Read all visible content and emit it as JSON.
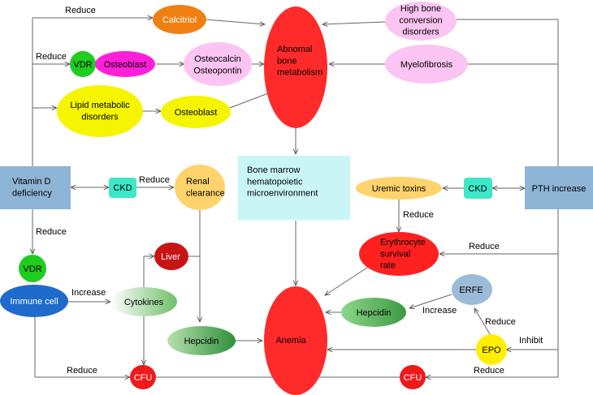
{
  "nodes": {
    "calcitriol": {
      "label": "Calcitriol",
      "fill": "#f07f12",
      "text": "#ffffff"
    },
    "high_bone": {
      "label": "High bone|conversion|disorders",
      "fill": "#fbc4f3",
      "text": "#000000"
    },
    "abnormal": {
      "label": "Abnomal|bone|metabolism",
      "fill": "#ff2a2a",
      "text": "#000000"
    },
    "vdr_top": {
      "label": "VDR",
      "fill": "#1fcc1f",
      "text": "#000000"
    },
    "osteoblast_top": {
      "label": "Osteoblast",
      "fill": "#ff1fd8",
      "text": "#000000"
    },
    "osteocalcin": {
      "label": "Osteocalcin|Osteopontin",
      "fill": "#fbc4f3",
      "text": "#000000"
    },
    "myelofibrosis": {
      "label": "Myelofibrosis",
      "fill": "#fbc4f3",
      "text": "#000000"
    },
    "lipid": {
      "label": "Lipid metabolic|disorders",
      "fill": "#f5f500",
      "text": "#000000"
    },
    "osteoblast_mid": {
      "label": "Osteoblast",
      "fill": "#f5f500",
      "text": "#000000"
    },
    "vitamin_d": {
      "label": "Vitamin D|deficiency",
      "fill": "#8eb4d6",
      "text": "#000000"
    },
    "ckd_left": {
      "label": "CKD",
      "fill": "#3de8c8",
      "text": "#000000"
    },
    "renal": {
      "label": "Renal|clearance",
      "fill": "#ffd36b",
      "text": "#000000"
    },
    "bone_marrow": {
      "label": "Bone marrow|hematopoietic|microenvironment",
      "fill": "#c9f5f7",
      "text": "#000000"
    },
    "uremic": {
      "label": "Uremic toxins",
      "fill": "#ffd36b",
      "text": "#000000"
    },
    "ckd_right": {
      "label": "CKD",
      "fill": "#3de8c8",
      "text": "#000000"
    },
    "pth": {
      "label": "PTH increase",
      "fill": "#8eb4d6",
      "text": "#000000"
    },
    "erythrocyte": {
      "label": "Erythrocyte|survival|rate",
      "fill": "#ff2020",
      "text": "#000000"
    },
    "vdr_bottom": {
      "label": "VDR",
      "fill": "#1fcc1f",
      "text": "#000000"
    },
    "immune": {
      "label": "Immune cell",
      "fill": "#1e6bcc",
      "text": "#ffffff"
    },
    "liver": {
      "label": "Liver",
      "fill": "#c81414",
      "text": "#ffffff"
    },
    "cytokines": {
      "label": "Cytokines",
      "fill": "#a8d8a0",
      "text": "#000000"
    },
    "erfe": {
      "label": "ERFE",
      "fill": "#9bbcd8",
      "text": "#000000"
    },
    "hepcidin_right": {
      "label": "Hepcidin",
      "fill": "#6cc470",
      "text": "#000000"
    },
    "hepcidin_left": {
      "label": "Hepcidin",
      "fill": "#6cc470",
      "text": "#000000"
    },
    "anemia": {
      "label": "Anemia",
      "fill": "#ff2a2a",
      "text": "#000000"
    },
    "epo": {
      "label": "EPO",
      "fill": "#ffee00",
      "text": "#000000"
    },
    "cfu_left": {
      "label": "CFU",
      "fill": "#ee1a1a",
      "text": "#ffffff"
    },
    "cfu_right": {
      "label": "CFU",
      "fill": "#ee1a1a",
      "text": "#ffffff"
    }
  },
  "edge_labels": {
    "reduce_calcitriol": "Reduce",
    "reduce_vdr_top": "Reduce",
    "reduce_ckd_renal": "Reduce",
    "reduce_vdr_bottom": "Reduce",
    "reduce_uremic": "Reduce",
    "reduce_erythrocyte": "Reduce",
    "increase_cytokines": "Increase",
    "increase_hepcidin": "Increase",
    "reduce_epo_erfe": "Reduce",
    "inhibit_epo": "Inhibit",
    "reduce_cfu_left": "Reduce",
    "reduce_cfu_right": "Reduce"
  }
}
